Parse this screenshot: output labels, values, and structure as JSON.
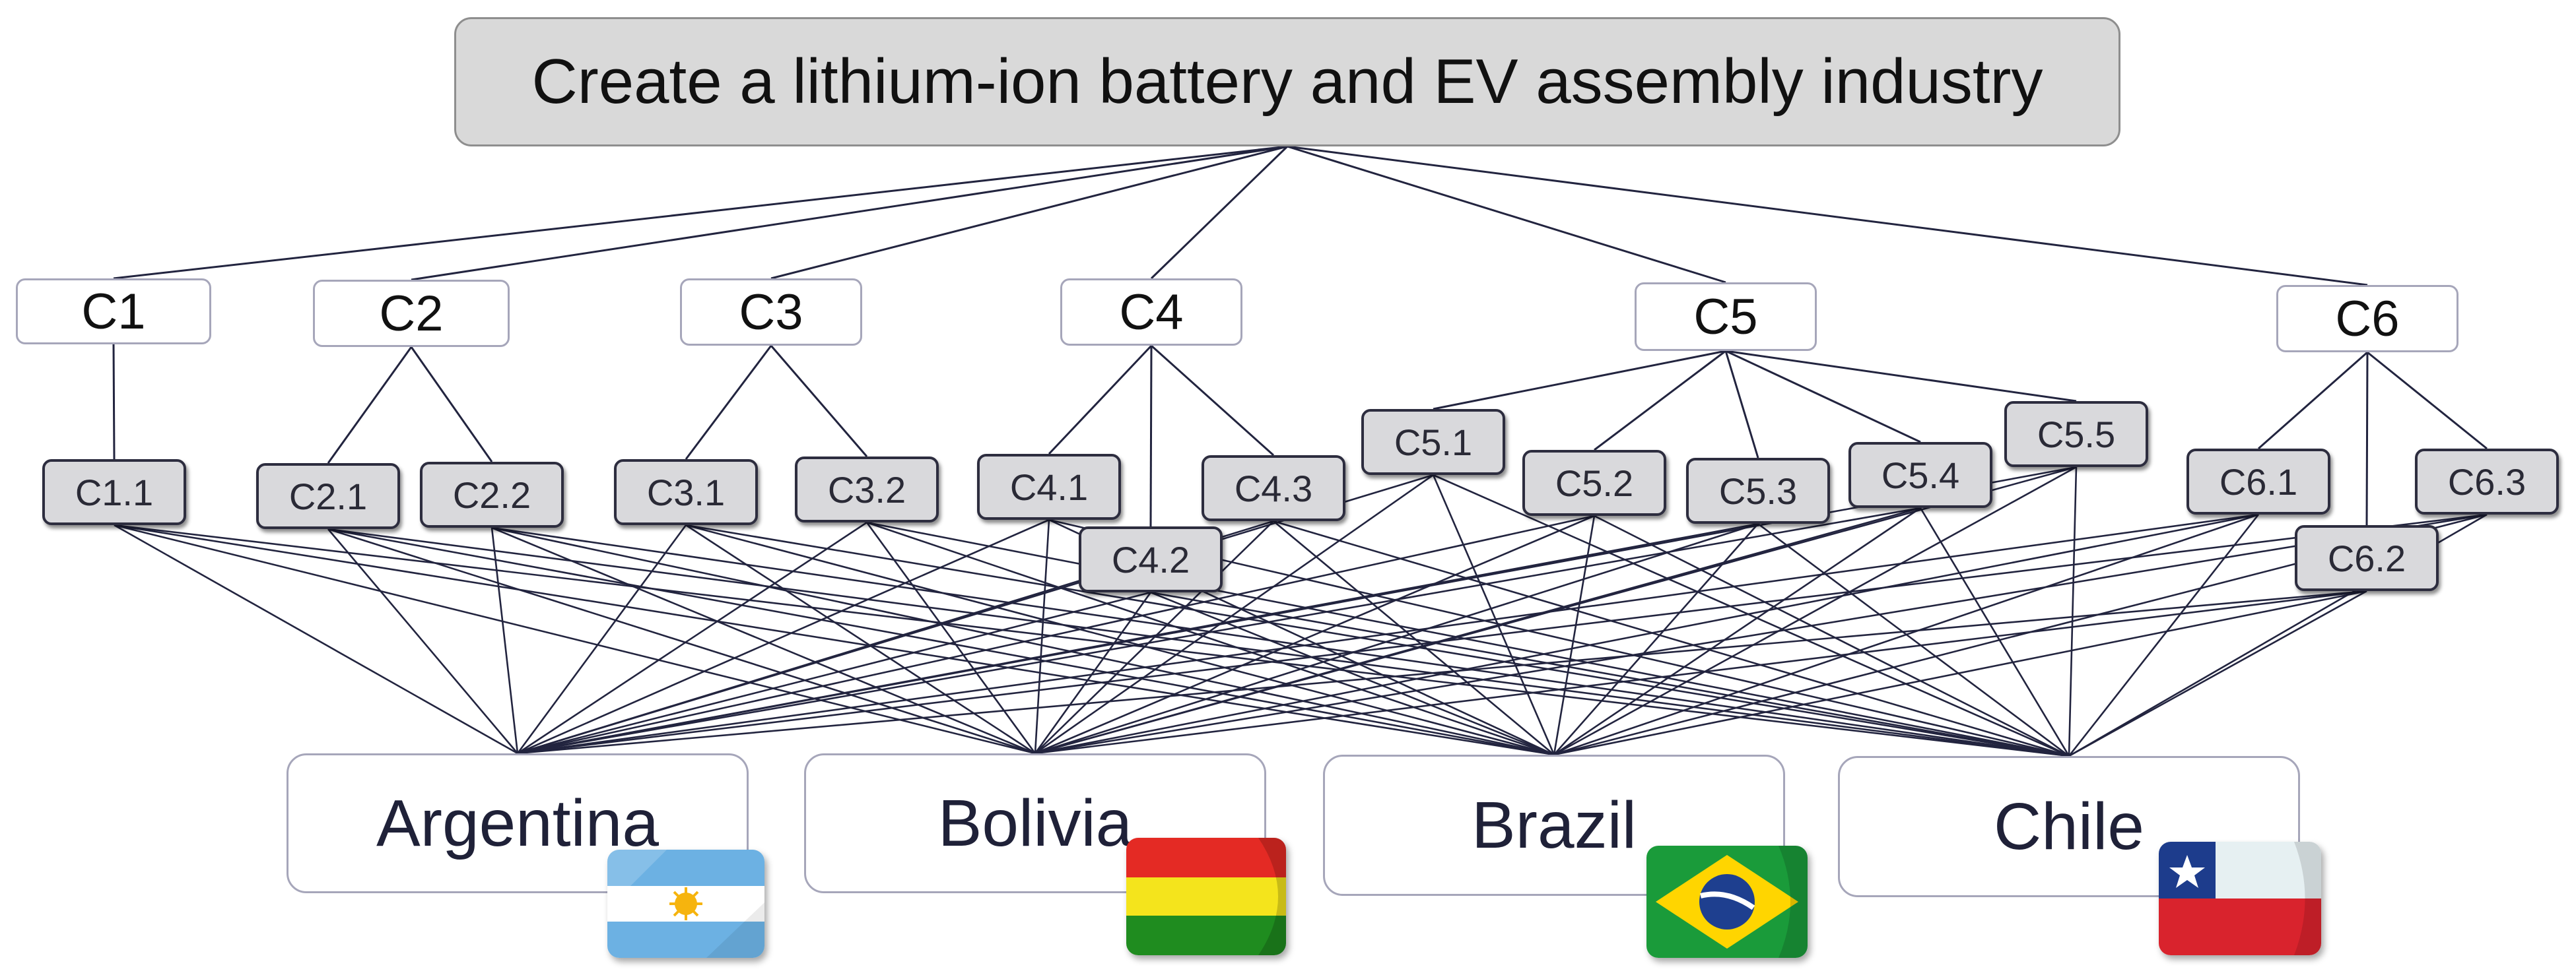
{
  "goal": {
    "label": "Create a lithium-ion battery and EV assembly industry"
  },
  "criteria": [
    {
      "id": "C1",
      "subcriteria": [
        "C1.1"
      ]
    },
    {
      "id": "C2",
      "subcriteria": [
        "C2.1",
        "C2.2"
      ]
    },
    {
      "id": "C3",
      "subcriteria": [
        "C3.1",
        "C3.2"
      ]
    },
    {
      "id": "C4",
      "subcriteria": [
        "C4.1",
        "C4.2",
        "C4.3"
      ]
    },
    {
      "id": "C5",
      "subcriteria": [
        "C5.1",
        "C5.2",
        "C5.3",
        "C5.4",
        "C5.5"
      ]
    },
    {
      "id": "C6",
      "subcriteria": [
        "C6.1",
        "C6.2",
        "C6.3"
      ]
    }
  ],
  "alternatives": [
    {
      "name": "Argentina",
      "flag": "argentina-flag-icon",
      "colors": [
        "#6cb1e3",
        "#ffffff",
        "#f6b40e"
      ]
    },
    {
      "name": "Bolivia",
      "flag": "bolivia-flag-icon",
      "colors": [
        "#e42a24",
        "#f4e41c",
        "#1f8c1f"
      ]
    },
    {
      "name": "Brazil",
      "flag": "brazil-flag-icon",
      "colors": [
        "#1a9b3a",
        "#ffd500",
        "#1e3f8f"
      ]
    },
    {
      "name": "Chile",
      "flag": "chile-flag-icon",
      "colors": [
        "#1d3c8c",
        "#ffffff",
        "#d9232d"
      ]
    }
  ],
  "colors": {
    "line": "#22243f",
    "goal_fill": "#d9d9d9",
    "sub_fill": "#d9d9dc"
  }
}
